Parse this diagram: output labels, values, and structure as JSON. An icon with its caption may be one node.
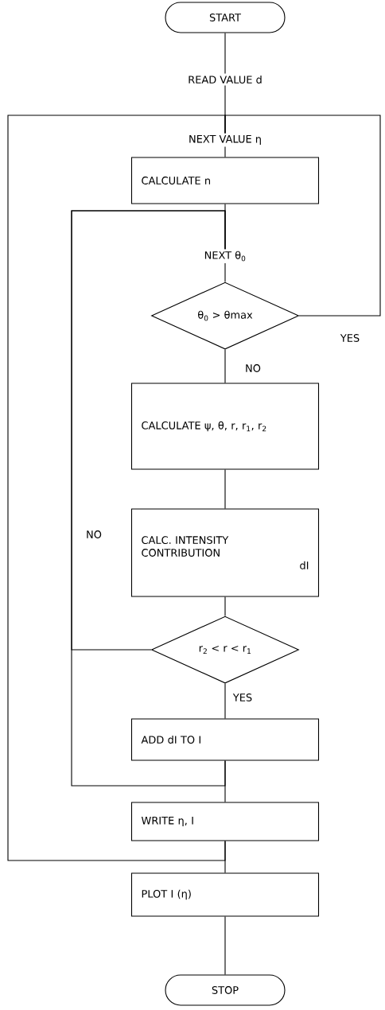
{
  "diagram": {
    "nodes": [
      {
        "text": [
          "START"
        ]
      },
      {
        "text": [
          "READ VALUE d"
        ]
      },
      {
        "text": [
          "NEXT VALUE η"
        ]
      },
      {
        "text": [
          "CALCULATE n"
        ]
      },
      {
        "text": [
          "NEXT θ$_{0}$"
        ]
      },
      {
        "text": [
          "θ$_{0}$ > θmax"
        ]
      },
      {
        "text": [
          "CALCULATE ψ, θ, r, r$_{1}$, r$_{2}$"
        ]
      },
      {
        "text": [
          "CALC. INTENSITY CONTRIBUTION",
          "dI"
        ]
      },
      {
        "text": [
          "r$_{2}$ < r < r$_{1}$"
        ]
      },
      {
        "text": [
          "ADD dI TO I"
        ]
      },
      {
        "text": [
          "WRITE η, I"
        ]
      },
      {
        "text": [
          "PLOT I (η)"
        ]
      },
      {
        "text": [
          "STOP"
        ]
      }
    ],
    "edges": [
      {
        "from": 0,
        "to": 1,
        "arrow": "none"
      },
      {
        "from": 1,
        "to": 2,
        "arrow": "none"
      },
      {
        "from": 2,
        "to": 3,
        "arrow": "none"
      },
      {
        "from": 3,
        "to": 4,
        "arrow": "none"
      },
      {
        "from": 4,
        "to": 5,
        "arrow": "none"
      },
      {
        "from": 5,
        "to": 6,
        "arrow": "none",
        "label": "NO"
      },
      {
        "from": 6,
        "to": 7,
        "arrow": "none"
      },
      {
        "from": 7,
        "to": 8,
        "arrow": "none"
      },
      {
        "from": 8,
        "to": 9,
        "arrow": "none",
        "label": "YES"
      },
      {
        "from": 9,
        "to": 10,
        "arrow": "none"
      },
      {
        "from": 10,
        "to": 11,
        "arrow": "none"
      },
      {
        "from": 11,
        "to": 12,
        "arrow": "none"
      },
      {
        "from": 5,
        "to": 2,
        "arrow": "none",
        "label": "YES"
      },
      {
        "from": 8,
        "to": 4,
        "arrow": "none",
        "label": "NO"
      },
      {
        "from": 9,
        "to": 4,
        "arrow": "none"
      },
      {
        "from": 10,
        "to": 2,
        "arrow": "none"
      }
    ]
  }
}
